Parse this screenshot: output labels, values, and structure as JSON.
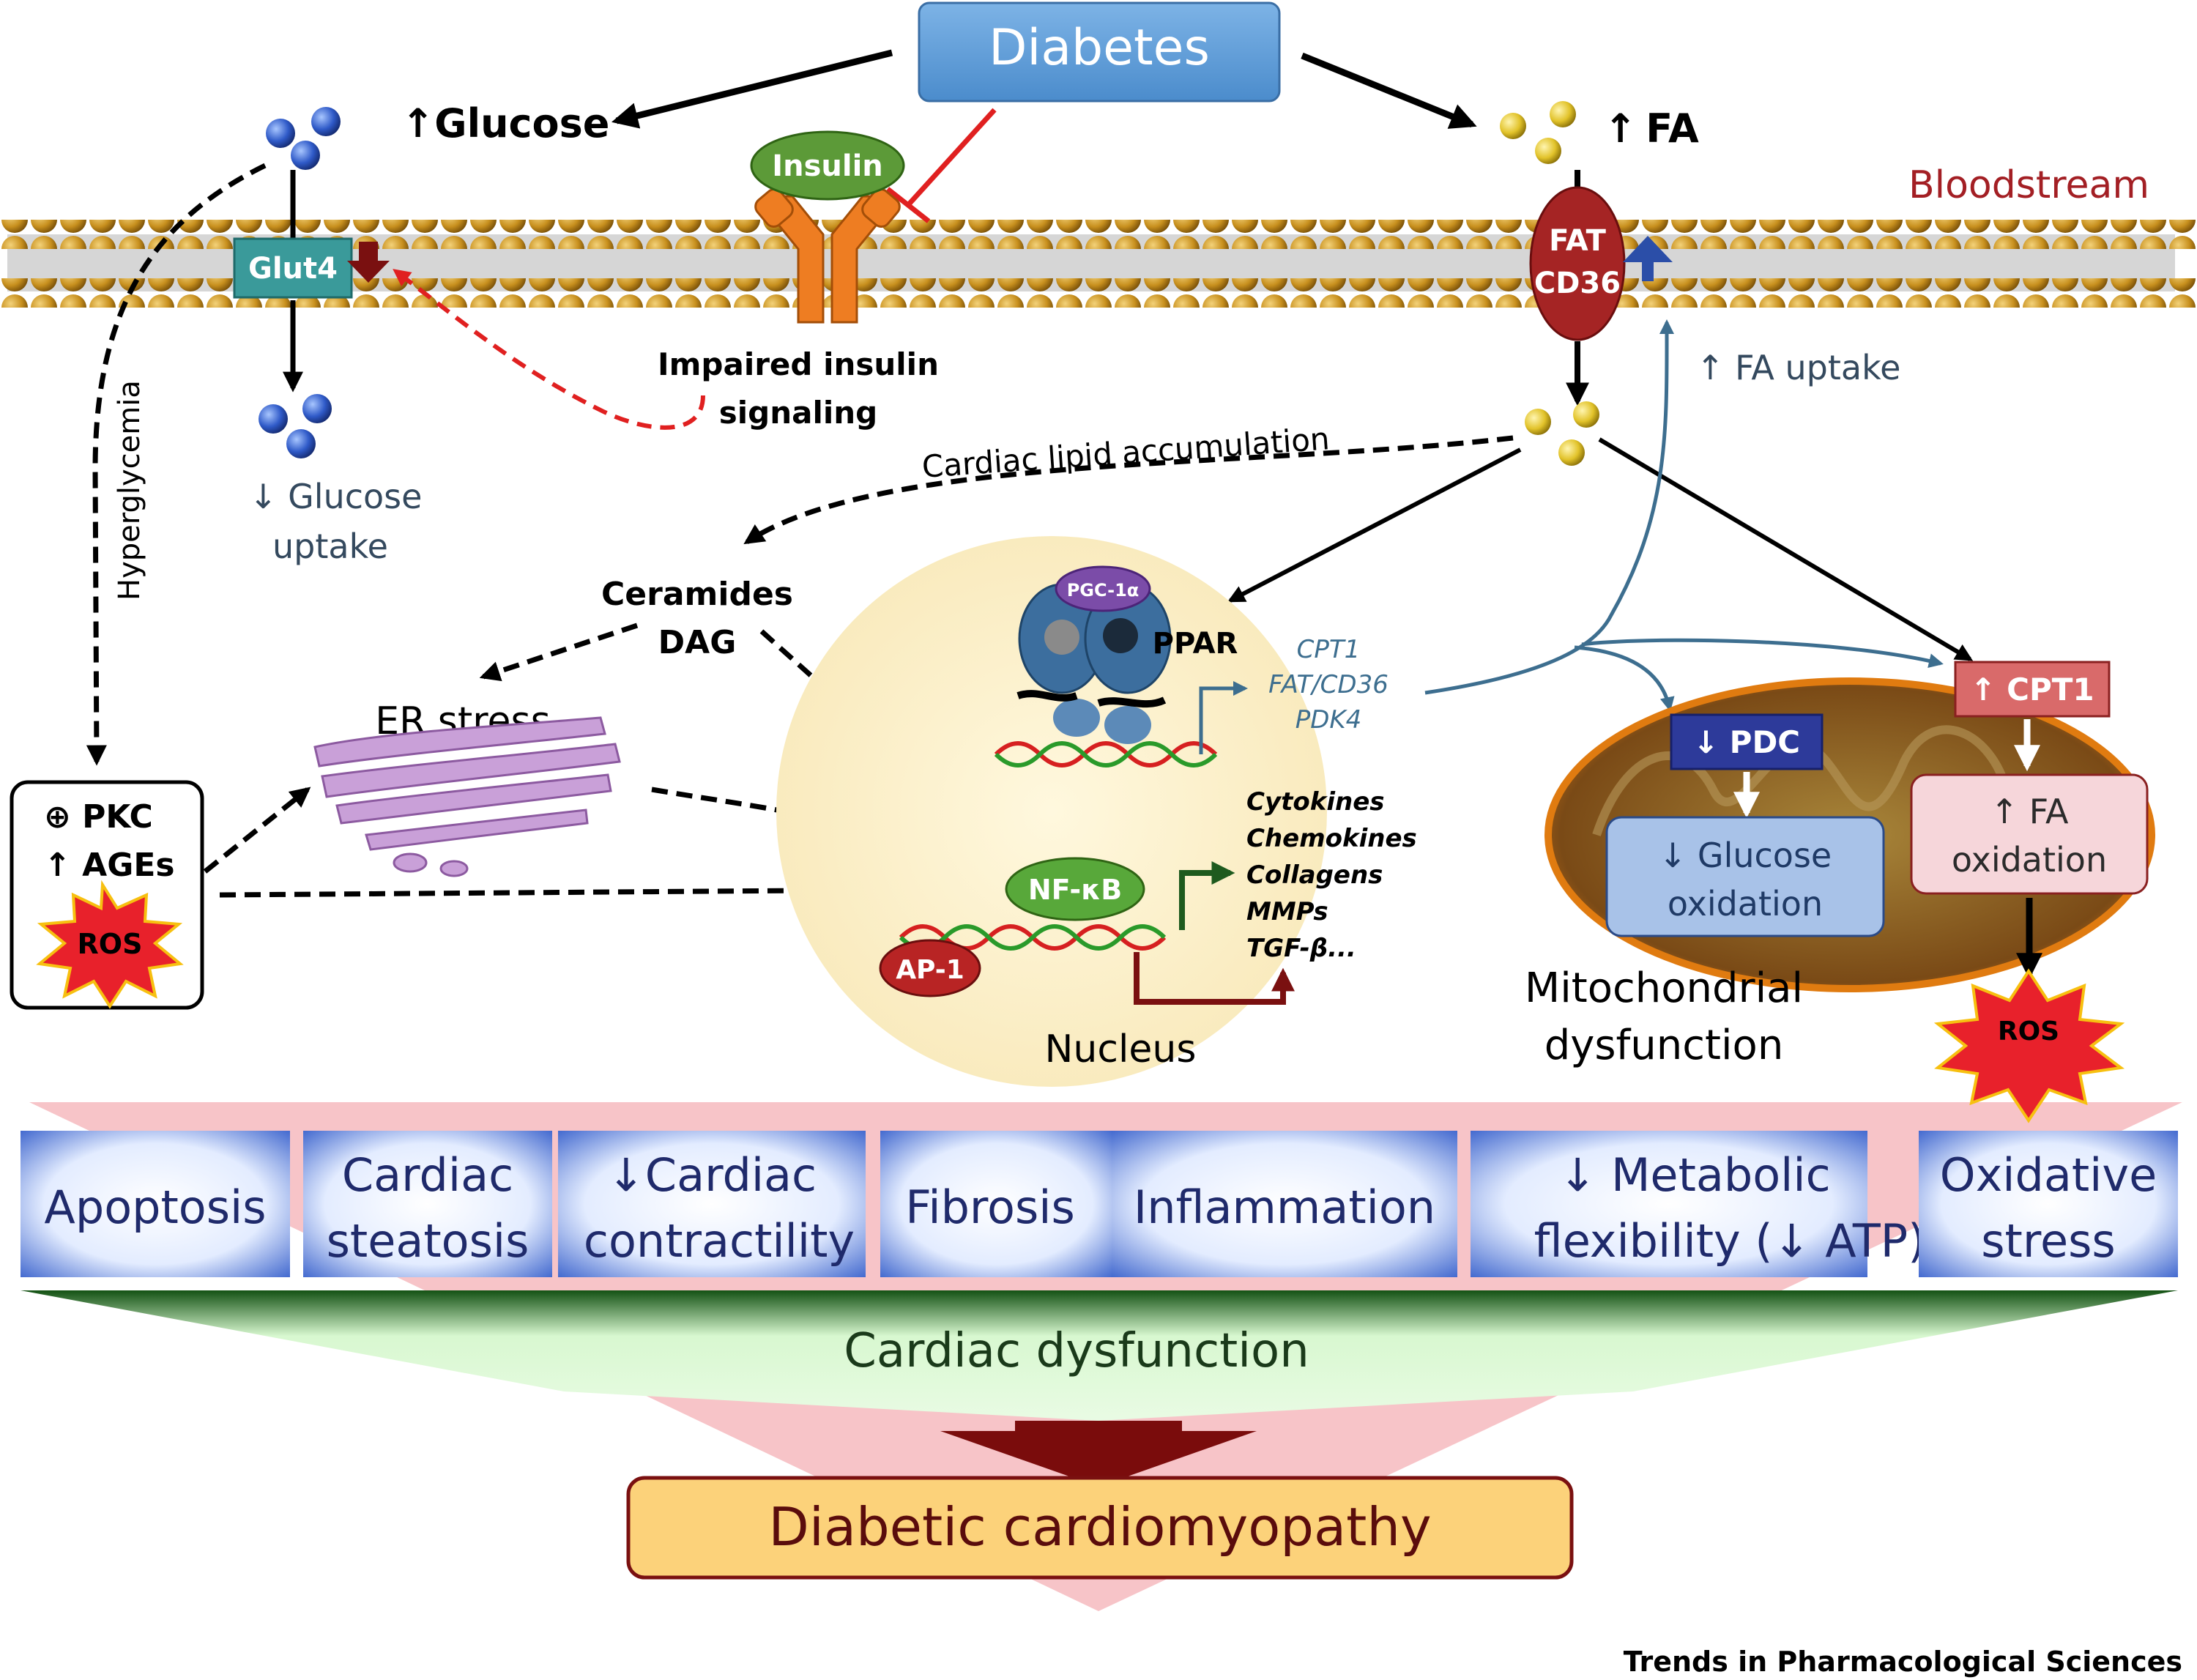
{
  "diabetes": "Diabetes",
  "glucose": {
    "arrow": "↑",
    "label": "Glucose"
  },
  "fa": {
    "arrow": "↑",
    "label": "FA"
  },
  "insulin": "Insulin",
  "bloodstream": "Bloodstream",
  "glut4": "Glut4",
  "fat_cd36": [
    "FAT",
    "CD36"
  ],
  "impaired_insulin": [
    "Impaired insulin",
    "signaling"
  ],
  "fa_uptake": "↑ FA uptake",
  "glucose_uptake": [
    "↓ Glucose",
    "uptake"
  ],
  "hyperglycemia": "Hyperglycemia",
  "lipid_accumulation": "Cardiac lipid accumulation",
  "ceramides": [
    "Ceramides",
    "DAG"
  ],
  "er_stress": "ER stress",
  "pkc_box": [
    "⊕ PKC",
    "↑ AGEs"
  ],
  "ros": "ROS",
  "pgc": "PGC-1α",
  "ppar": "PPAR",
  "ppar_targets": [
    "CPT1",
    "FAT/CD36",
    "PDK4"
  ],
  "nfkb": "NF-κB",
  "ap1": "AP-1",
  "nfkb_targets": [
    "Cytokines",
    "Chemokines",
    "Collagens",
    "MMPs",
    "TGF-β..."
  ],
  "nucleus": "Nucleus",
  "pdc": "↓ PDC",
  "cpt1": "↑ CPT1",
  "glucose_oxidation": [
    "↓ Glucose",
    "oxidation"
  ],
  "fa_oxidation": [
    "↑ FA",
    "oxidation"
  ],
  "mito_dysfunction": [
    "Mitochondrial",
    "dysfunction"
  ],
  "outcomes": [
    [
      "Apoptosis"
    ],
    [
      "Cardiac",
      "steatosis"
    ],
    [
      "↓Cardiac",
      "contractility"
    ],
    [
      "Fibrosis"
    ],
    [
      "Inflammation"
    ],
    [
      "↓ Metabolic",
      "flexibility (↓ ATP)"
    ],
    [
      "Oxidative",
      "stress"
    ]
  ],
  "cardiac_dysfunction": "Cardiac dysfunction",
  "diabetic_cardiomyopathy": "Diabetic cardiomyopathy",
  "footer": "Trends in Pharmacological Sciences",
  "colors": {
    "diabetes_box": "#5b9bd5",
    "bloodstream": "#a31f24",
    "outcome_text": "#1f2a6b",
    "cardiomyopathy_fill": "#fcd27a",
    "ros_fill": "#e8212b"
  }
}
